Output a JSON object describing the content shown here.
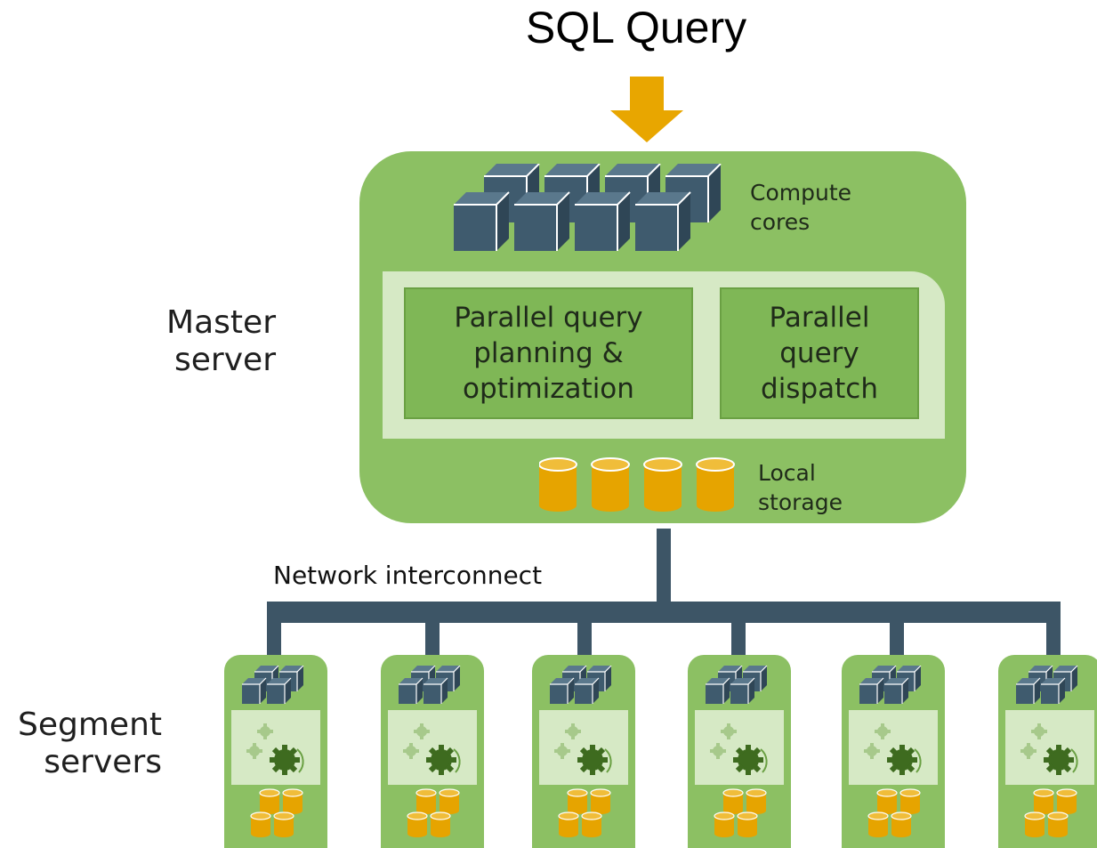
{
  "title": "SQL Query",
  "master": {
    "label": "Master\nserver",
    "compute_label": "Compute\ncores",
    "planning_label": "Parallel query\nplanning &\noptimization",
    "dispatch_label": "Parallel\nquery\ndispatch",
    "storage_label": "Local\nstorage"
  },
  "network_label": "Network interconnect",
  "segment_label": "Segment\nservers",
  "segment_count": 6,
  "colors": {
    "arrow": "#e8a600",
    "server_green": "#8cc063",
    "panel_light": "#d6e9c5",
    "cube": "#3f5b6e",
    "storage": "#e6a400",
    "network": "#3d5566",
    "gear_dark": "#3e6b1f",
    "gear_light": "#a7c98b"
  },
  "icons": [
    "down-arrow-icon",
    "cube-icon",
    "database-icon",
    "gear-icon"
  ]
}
